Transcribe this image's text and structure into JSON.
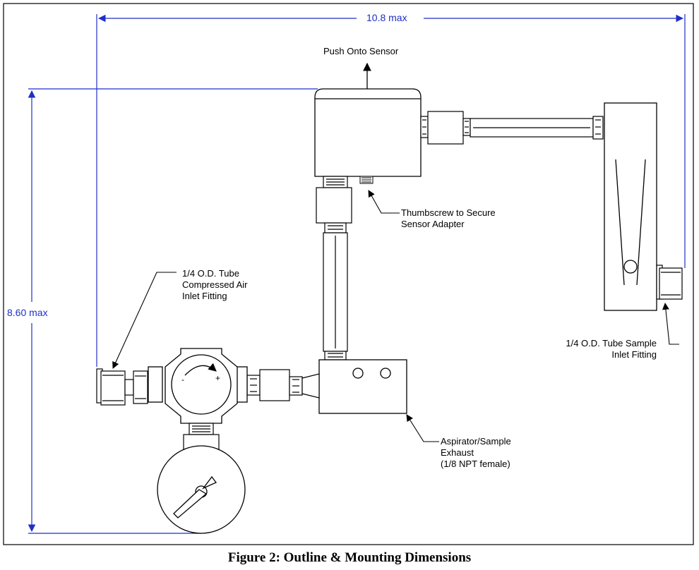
{
  "figure": {
    "caption": "Figure 2: Outline & Mounting Dimensions"
  },
  "dimensions": {
    "width_label": "10.8 max",
    "height_label": "8.60 max"
  },
  "callouts": {
    "push_onto_sensor": "Push Onto Sensor",
    "thumbscrew": "Thumbscrew to Secure\nSensor Adapter",
    "compressed_air_inlet": "1/4 O.D. Tube\nCompressed Air\nInlet Fitting",
    "sample_inlet": "1/4 O.D. Tube Sample\nInlet Fitting",
    "aspirator_exhaust": "Aspirator/Sample\nExhaust\n(1/8 NPT female)"
  },
  "regulator": {
    "minus_symbol": "-",
    "plus_symbol": "+"
  },
  "colors": {
    "dimension_lines": "#1f2fc8",
    "drawing_lines": "#000000"
  }
}
